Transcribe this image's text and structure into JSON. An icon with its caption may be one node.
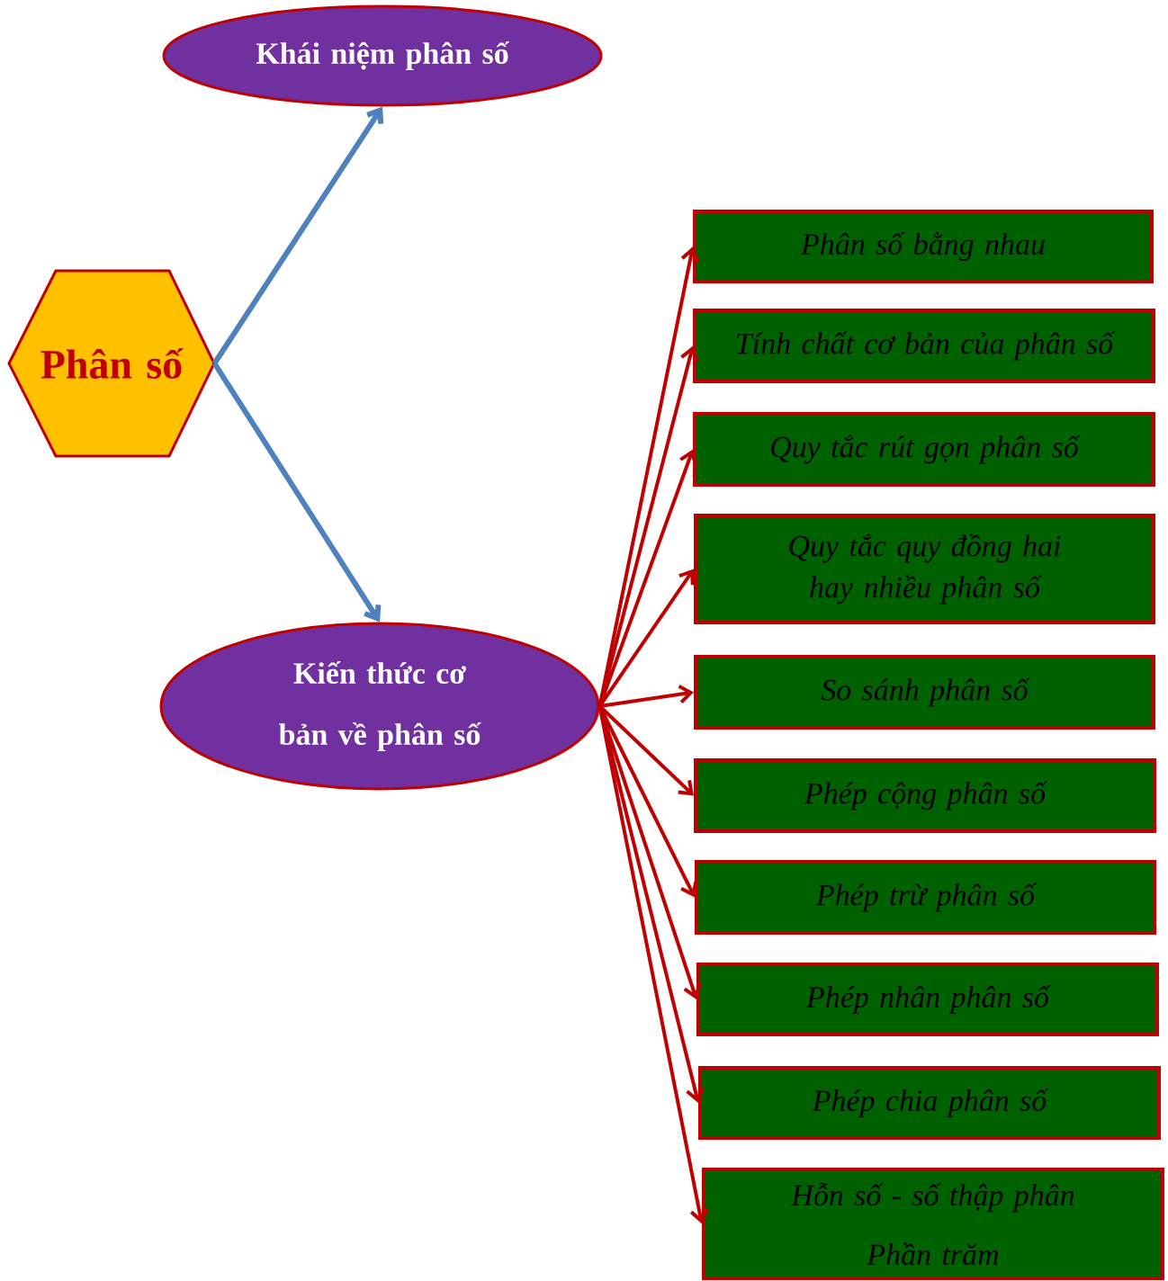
{
  "diagram": {
    "nodes": [
      {
        "text": [
          "Phân số"
        ]
      },
      {
        "text": [
          "Khái niệm phân số"
        ]
      },
      {
        "text": [
          "Kiến thức cơ bản về phân số"
        ]
      },
      {
        "text": [
          "Phân số bằng nhau"
        ]
      },
      {
        "text": [
          "Tính chất cơ bản của phân số"
        ]
      },
      {
        "text": [
          "Quy tắc rút gọn phân số"
        ]
      },
      {
        "text": [
          "Quy tắc quy đồng hai hay nhiều phân số"
        ]
      },
      {
        "text": [
          "So sánh phân số"
        ]
      },
      {
        "text": [
          "Phép cộng phân số"
        ]
      },
      {
        "text": [
          "Phép trừ phân số"
        ]
      },
      {
        "text": [
          "Phép nhân phân số"
        ]
      },
      {
        "text": [
          "Phép chia phân số"
        ]
      },
      {
        "text": [
          "Hỗn số - số thập phân",
          "Phần trăm"
        ]
      }
    ],
    "edges": [
      {
        "from": 0,
        "to": 1,
        "arrow": "to",
        "color": "#4f81bd"
      },
      {
        "from": 0,
        "to": 2,
        "arrow": "to",
        "color": "#4f81bd"
      },
      {
        "from": 2,
        "to": 3,
        "arrow": "to"
      },
      {
        "from": 2,
        "to": 4,
        "arrow": "to"
      },
      {
        "from": 2,
        "to": 5,
        "arrow": "to"
      },
      {
        "from": 2,
        "to": 6,
        "arrow": "to"
      },
      {
        "from": 2,
        "to": 7,
        "arrow": "to"
      },
      {
        "from": 2,
        "to": 8,
        "arrow": "to"
      },
      {
        "from": 2,
        "to": 9,
        "arrow": "to"
      },
      {
        "from": 2,
        "to": 10,
        "arrow": "to"
      },
      {
        "from": 2,
        "to": 11,
        "arrow": "to"
      },
      {
        "from": 2,
        "to": 12,
        "arrow": "to"
      }
    ]
  }
}
